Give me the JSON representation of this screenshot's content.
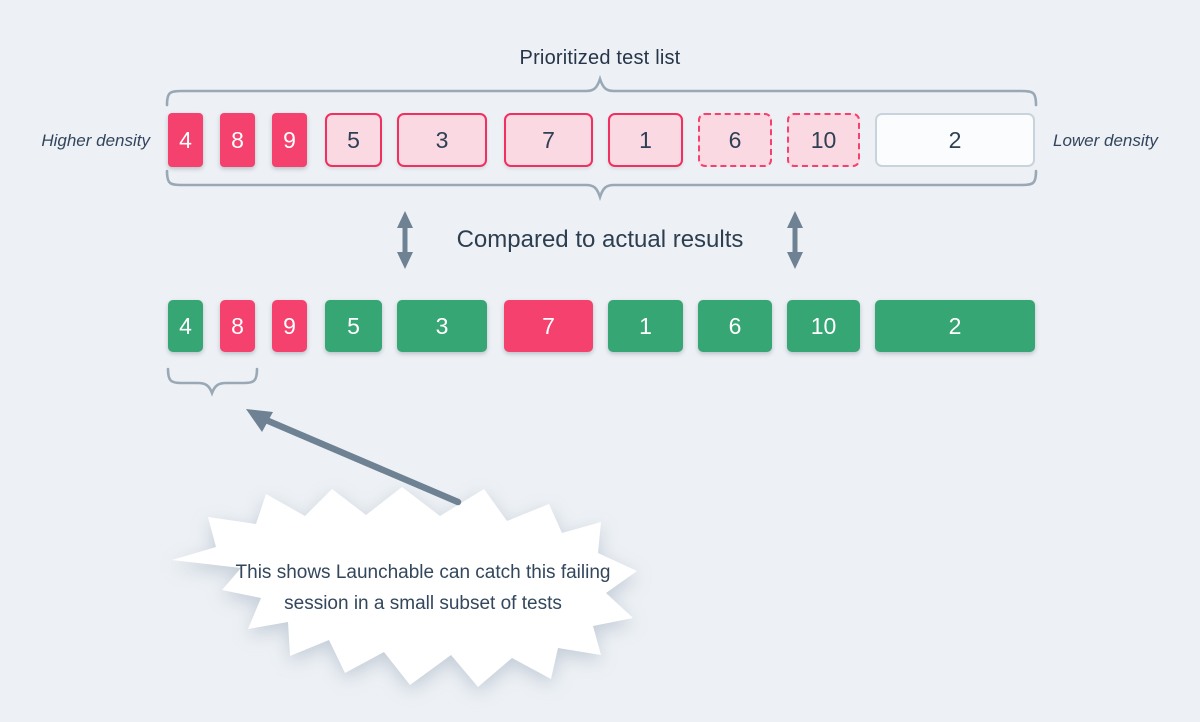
{
  "diagram": {
    "title": "Prioritized test list",
    "left_label": "Higher density",
    "right_label": "Lower density",
    "compare_label": "Compared to actual results",
    "callout": {
      "line1": "This shows Launchable can catch this failing",
      "line2": "session in a small subset of tests"
    },
    "prioritized_tests": [
      {
        "id": "4",
        "density": "highest",
        "appearance": "solid filled"
      },
      {
        "id": "8",
        "density": "highest",
        "appearance": "solid filled"
      },
      {
        "id": "9",
        "density": "highest",
        "appearance": "solid filled"
      },
      {
        "id": "5",
        "density": "high",
        "appearance": "outlined"
      },
      {
        "id": "3",
        "density": "high",
        "appearance": "outlined"
      },
      {
        "id": "7",
        "density": "high",
        "appearance": "outlined"
      },
      {
        "id": "1",
        "density": "high",
        "appearance": "outlined"
      },
      {
        "id": "6",
        "density": "low",
        "appearance": "dashed outline"
      },
      {
        "id": "10",
        "density": "low",
        "appearance": "dashed outline"
      },
      {
        "id": "2",
        "density": "lowest",
        "appearance": "neutral outline"
      }
    ],
    "actual_results": [
      {
        "id": "4",
        "result": "pass"
      },
      {
        "id": "8",
        "result": "fail"
      },
      {
        "id": "9",
        "result": "fail"
      },
      {
        "id": "5",
        "result": "pass"
      },
      {
        "id": "3",
        "result": "pass"
      },
      {
        "id": "7",
        "result": "fail"
      },
      {
        "id": "1",
        "result": "pass"
      },
      {
        "id": "6",
        "result": "pass"
      },
      {
        "id": "10",
        "result": "pass"
      },
      {
        "id": "2",
        "result": "pass"
      }
    ],
    "colors": {
      "bg": "#edf1f5",
      "solid_pink": "#f4416d",
      "light_pink": "#fbd9e3",
      "pink_border": "#f0305f",
      "green": "#36a674",
      "neutral_bg": "#fafcfd",
      "neutral_border": "#c9d3dc",
      "ink": "#2e4053",
      "title_ink": "#263549",
      "brace": "#9aa8b6",
      "arrow": "#6e8294",
      "burst": "#ffffff"
    }
  }
}
